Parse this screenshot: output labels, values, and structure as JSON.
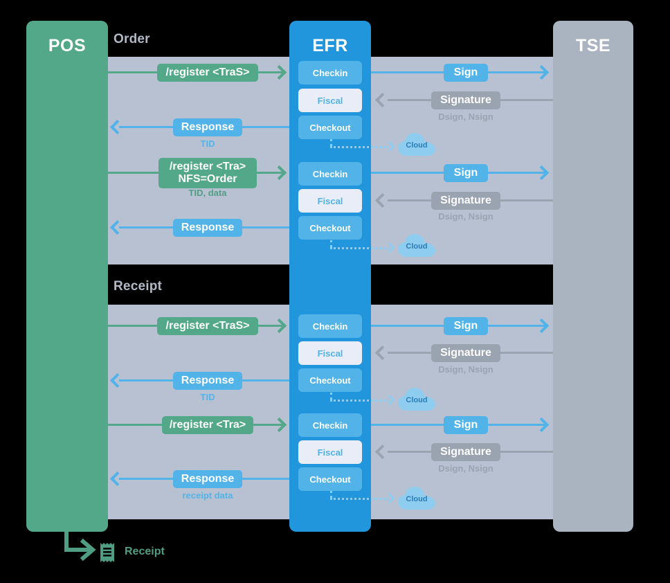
{
  "columns": {
    "pos": {
      "label": "POS",
      "color": "#53a88a"
    },
    "efr": {
      "label": "EFR",
      "color": "#2196dc"
    },
    "tse": {
      "label": "TSE",
      "color": "#aab3c0"
    }
  },
  "bands": [
    {
      "title": "Order"
    },
    {
      "title": "Receipt"
    }
  ],
  "efr_boxes": [
    {
      "label": "Checkin",
      "style": "solid"
    },
    {
      "label": "Fiscal",
      "style": "light"
    },
    {
      "label": "Checkout",
      "style": "solid"
    },
    {
      "label": "Checkin",
      "style": "solid"
    },
    {
      "label": "Fiscal",
      "style": "light"
    },
    {
      "label": "Checkout",
      "style": "solid"
    },
    {
      "label": "Checkin",
      "style": "solid"
    },
    {
      "label": "Fiscal",
      "style": "light"
    },
    {
      "label": "Checkout",
      "style": "solid"
    },
    {
      "label": "Checkin",
      "style": "solid"
    },
    {
      "label": "Fiscal",
      "style": "light"
    },
    {
      "label": "Checkout",
      "style": "solid"
    }
  ],
  "left_messages": [
    {
      "label": "/register <TraS>",
      "sublabel": "",
      "direction": "right",
      "color": "green"
    },
    {
      "label": "Response",
      "sublabel": "TID",
      "direction": "left",
      "color": "blue"
    },
    {
      "label": "/register <Tra>\nNFS=Order",
      "sublabel": "TID, data",
      "direction": "right",
      "color": "green"
    },
    {
      "label": "Response",
      "sublabel": "",
      "direction": "left",
      "color": "blue"
    },
    {
      "label": "/register <TraS>",
      "sublabel": "",
      "direction": "right",
      "color": "green"
    },
    {
      "label": "Response",
      "sublabel": "TID",
      "direction": "left",
      "color": "blue"
    },
    {
      "label": "/register <Tra>",
      "sublabel": "",
      "direction": "right",
      "color": "green"
    },
    {
      "label": "Response",
      "sublabel": "receipt data",
      "direction": "left",
      "color": "blue"
    }
  ],
  "right_messages": [
    {
      "label": "Sign",
      "sublabel": "",
      "direction": "right",
      "color": "blue"
    },
    {
      "label": "Signature",
      "sublabel": "Dsign, Nsign",
      "direction": "left",
      "color": "gray"
    },
    {
      "label": "Sign",
      "sublabel": "",
      "direction": "right",
      "color": "blue"
    },
    {
      "label": "Signature",
      "sublabel": "Dsign, Nsign",
      "direction": "left",
      "color": "gray"
    },
    {
      "label": "Sign",
      "sublabel": "",
      "direction": "right",
      "color": "blue"
    },
    {
      "label": "Signature",
      "sublabel": "Dsign, Nsign",
      "direction": "left",
      "color": "gray"
    },
    {
      "label": "Sign",
      "sublabel": "",
      "direction": "right",
      "color": "blue"
    },
    {
      "label": "Signature",
      "sublabel": "Dsign, Nsign",
      "direction": "left",
      "color": "gray"
    }
  ],
  "clouds": [
    {
      "label": "Cloud"
    },
    {
      "label": "Cloud"
    },
    {
      "label": "Cloud"
    },
    {
      "label": "Cloud"
    }
  ],
  "footer": {
    "label": "Receipt",
    "icon": "receipt-icon",
    "color": "#4f9e83"
  },
  "palette": {
    "green": "#53a88a",
    "blue": "#2196dc",
    "light_blue": "#51b3e8",
    "gray": "#9aa3b0",
    "lane": "#b8c1d1",
    "band": "#000000",
    "efr_light": "#e8edf7",
    "cloud": "#8fcdf0"
  }
}
